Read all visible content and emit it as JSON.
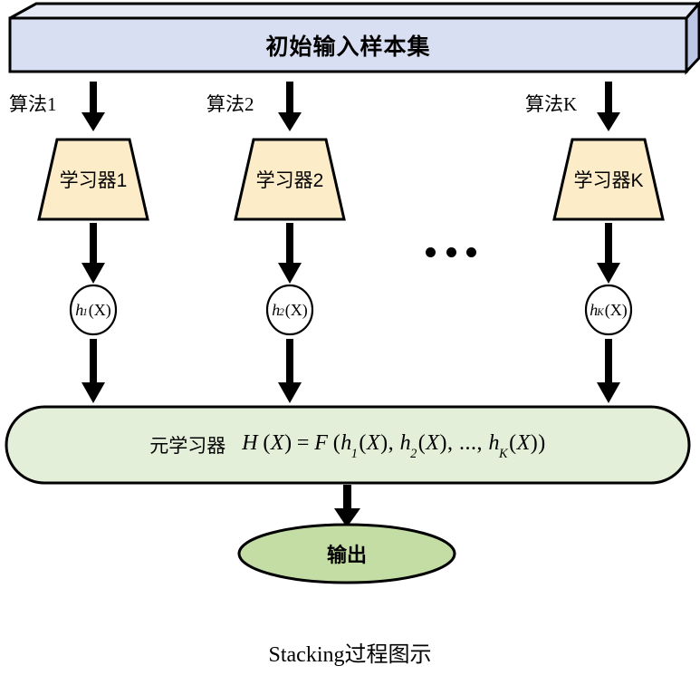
{
  "diagram": {
    "caption": "Stacking过程图示",
    "colors": {
      "dataset_front": "#d9dff2",
      "dataset_top": "#e6eaf7",
      "dataset_side": "#bcc7e8",
      "learner_fill": "#fdecc8",
      "meta_fill": "#e4efd9",
      "output_fill": "#c3dda5",
      "stroke": "#000000",
      "arrow": "#000000"
    },
    "dataset": {
      "label": "初始输入样本集",
      "shape": "3d-box"
    },
    "branches": [
      {
        "algorithm_label": "算法1",
        "learner_label": "学习器1",
        "output_base": "h",
        "output_subscript": "1",
        "output_arg": "(X)"
      },
      {
        "algorithm_label": "算法2",
        "learner_label": "学习器2",
        "output_base": "h",
        "output_subscript": "2",
        "output_arg": "(X)"
      },
      {
        "algorithm_label": "算法K",
        "learner_label": "学习器K",
        "output_base": "h",
        "output_subscript": "K",
        "output_arg": "(X)"
      }
    ],
    "ellipsis": "…",
    "meta_learner": {
      "title": "元学习器",
      "formula_plain": "H(X) = F(h1(X), h2(X), ..., hK(X))",
      "formula_parts": {
        "lhs_fn": "H",
        "lhs_arg": "(X)",
        "equals": "=",
        "rhs_fn": "F",
        "open": "(",
        "term1_base": "h",
        "term1_sub": "1",
        "term1_arg": "(X)",
        "sep1": ", ",
        "term2_base": "h",
        "term2_sub": "2",
        "term2_arg": "(X)",
        "sep2": ", ..., ",
        "termk_base": "h",
        "termk_sub": "K",
        "termk_arg": "(X)",
        "close": ")"
      }
    },
    "output": {
      "label": "输出"
    }
  }
}
